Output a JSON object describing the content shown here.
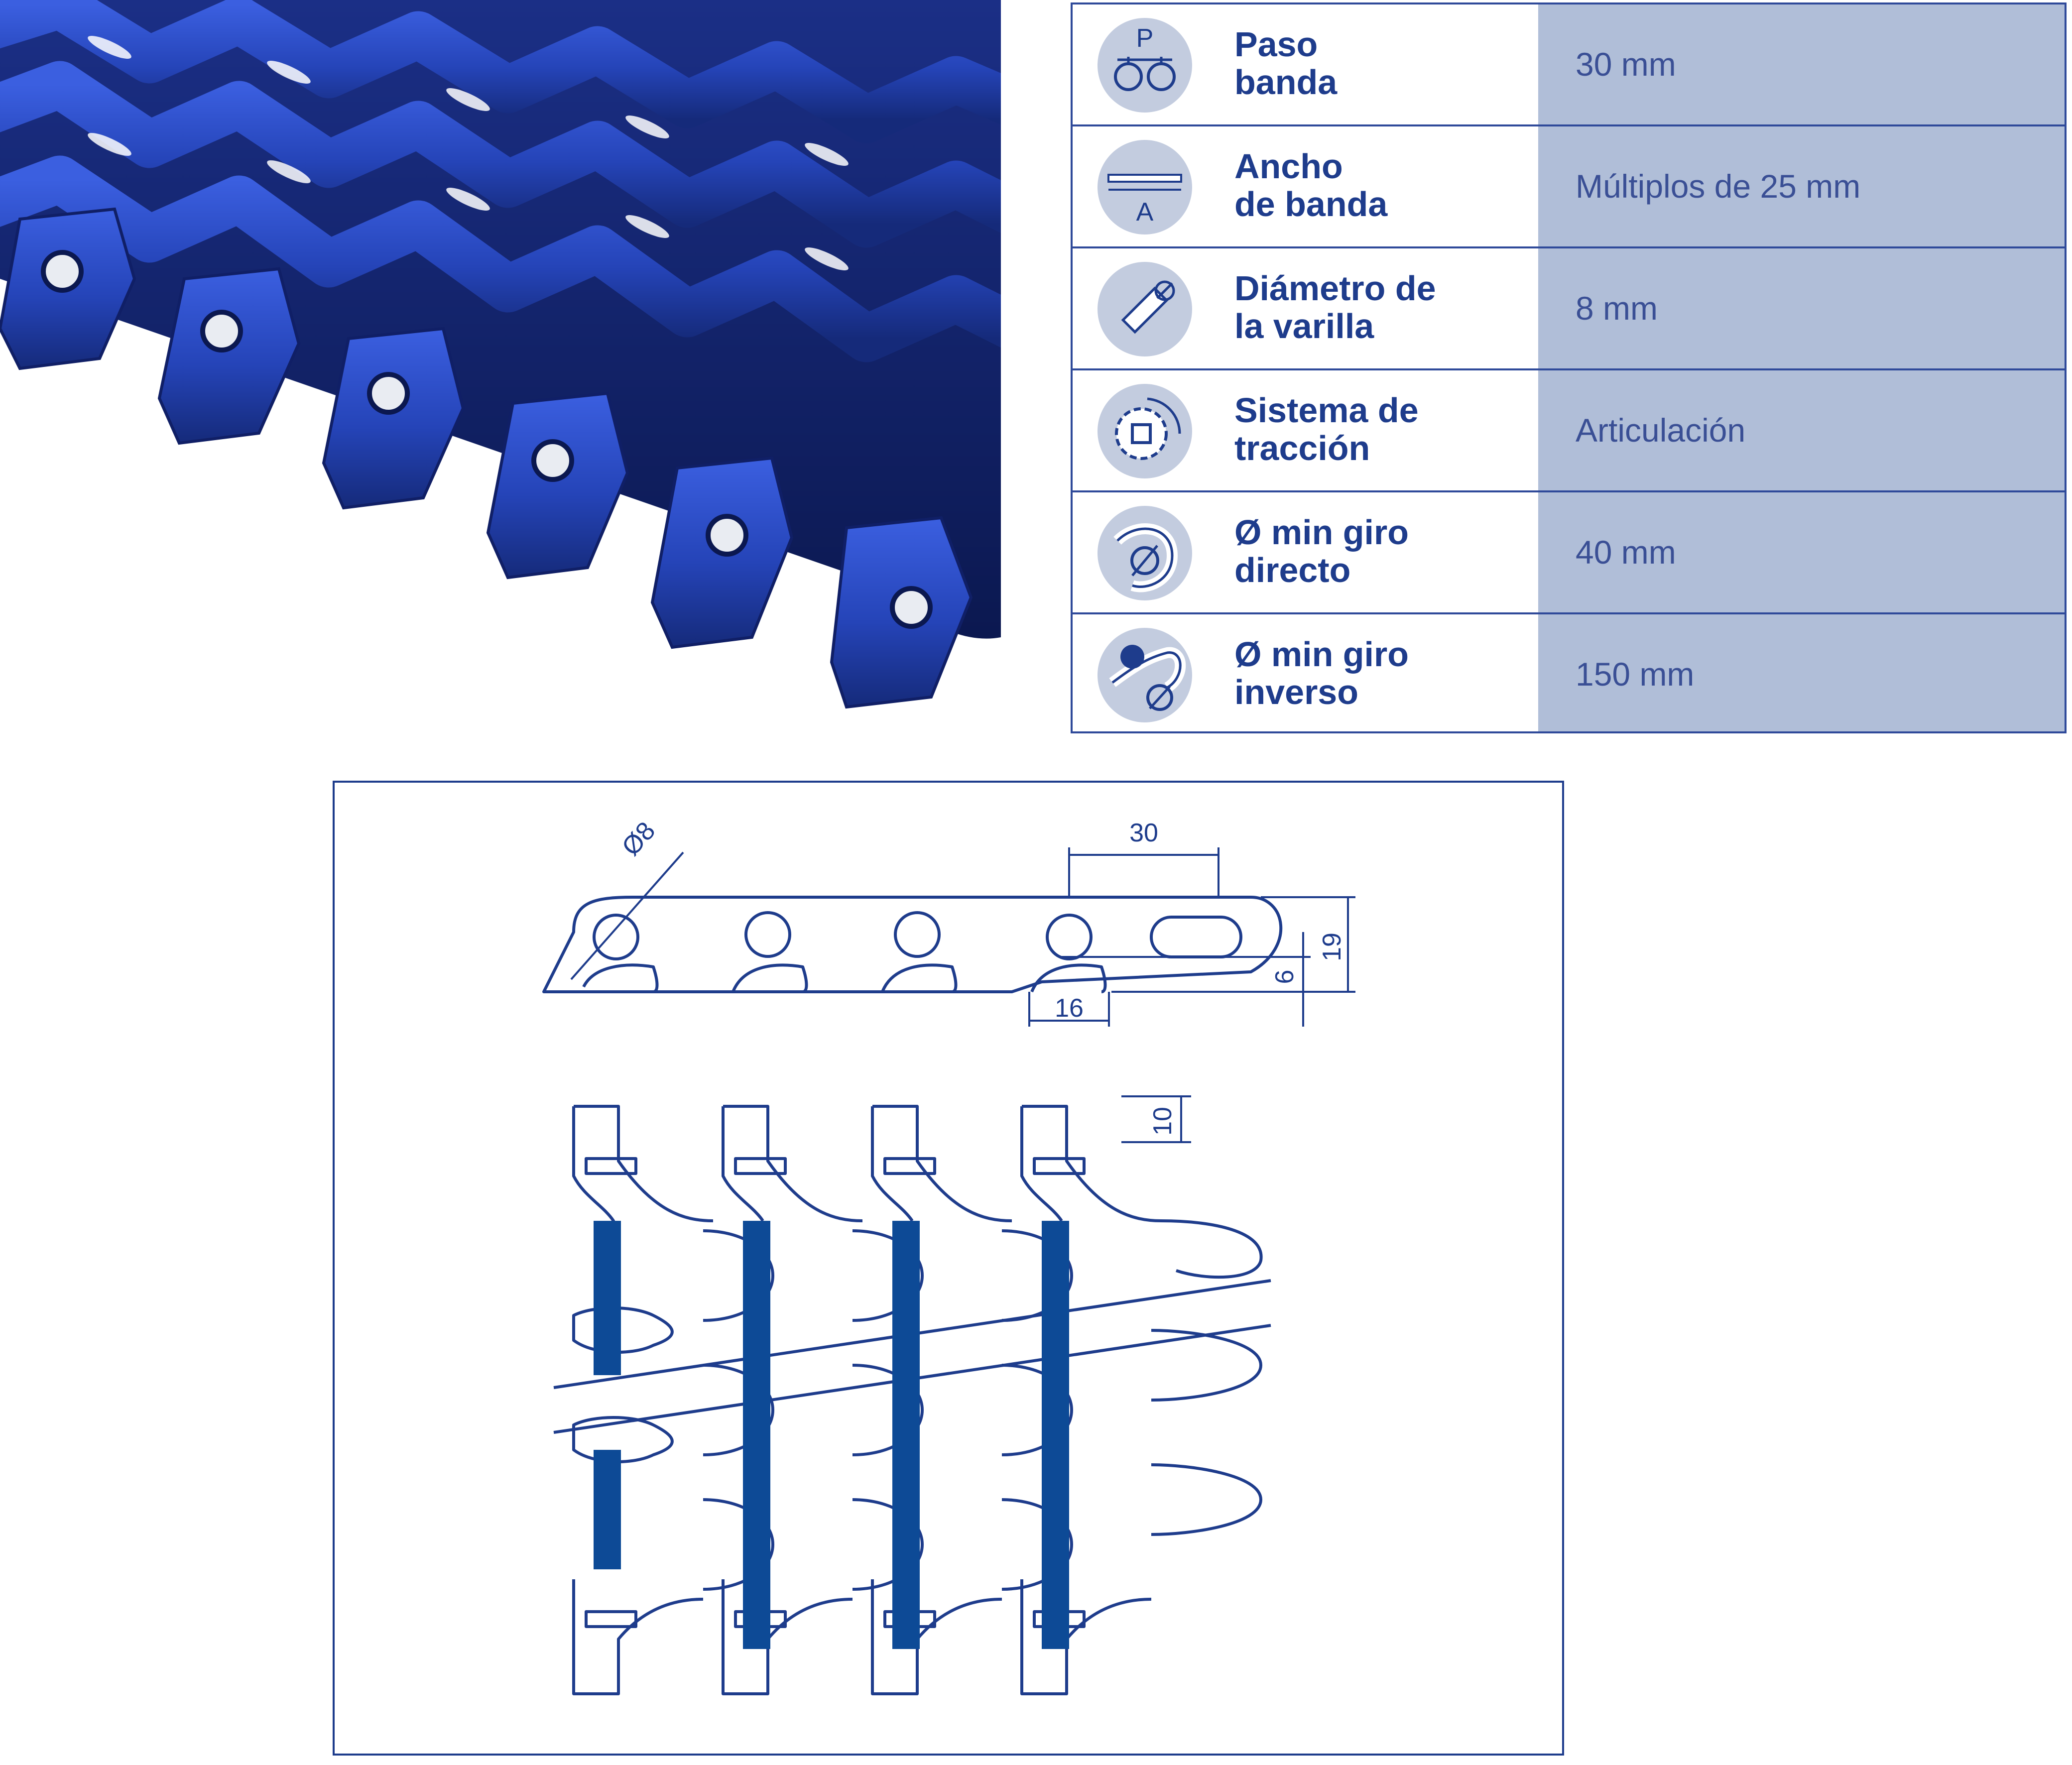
{
  "specs": [
    {
      "label_line1": "Paso",
      "label_line2": "banda",
      "value": "30 mm",
      "icon": "pitch-icon",
      "icon_letter": "P"
    },
    {
      "label_line1": "Ancho",
      "label_line2": "de banda",
      "value": "Múltiplos de 25 mm",
      "icon": "width-icon",
      "icon_letter": "A"
    },
    {
      "label_line1": "Diámetro de",
      "label_line2": "la varilla",
      "value": "8 mm",
      "icon": "rod-diameter-icon"
    },
    {
      "label_line1": "Sistema de",
      "label_line2": "tracción",
      "value": "Articulación",
      "icon": "sprocket-drive-icon"
    },
    {
      "label_line1": "Ø min giro",
      "label_line2": "directo",
      "value": "40 mm",
      "icon": "direct-bend-icon"
    },
    {
      "label_line1": "Ø min giro",
      "label_line2": "inverso",
      "value": "150 mm",
      "icon": "reverse-bend-icon"
    }
  ],
  "drawing": {
    "dimensions": {
      "rod_diameter": "Ø8",
      "pitch": "30",
      "link_width": "16",
      "height_total": "19",
      "height_lower": "6",
      "tip_length": "10"
    }
  },
  "colors": {
    "brand_blue": "#1e3c8c",
    "belt_blue": "#2544b8",
    "value_background": "#b0bed8",
    "icon_circle": "#c3ccdf",
    "drawing_fill": "#0d4a96"
  }
}
